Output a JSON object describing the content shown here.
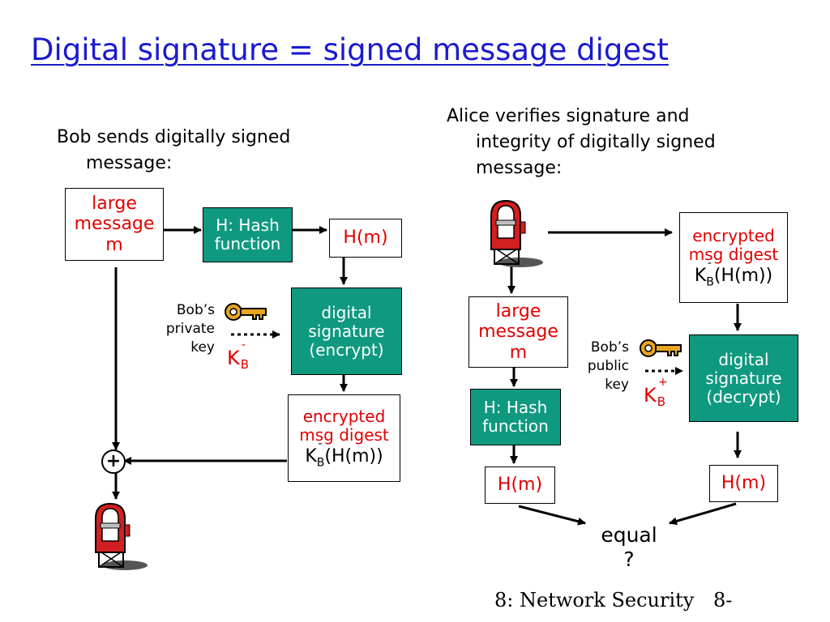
{
  "title": "Digital signature = signed message digest",
  "left": {
    "intro_line1": "Bob sends digitally signed",
    "intro_line2": "message:",
    "large_message": [
      "large",
      "message",
      "m"
    ],
    "hash_box": [
      "H: Hash",
      "function"
    ],
    "hm": "H(m)",
    "digital_signature": [
      "digital",
      "signature",
      "(encrypt)"
    ],
    "key_label": [
      "Bob’s",
      "private",
      "key"
    ],
    "key_symbol": {
      "base": "K",
      "sub": "B",
      "sup": "-"
    },
    "encrypted_digest": [
      "encrypted",
      "msg digest"
    ],
    "encrypted_expr": {
      "base": "K",
      "sub": "B",
      "sup": "-",
      "rest": "(H(m))"
    },
    "plus": "+"
  },
  "right": {
    "intro_line1": "Alice verifies signature and",
    "intro_line2": "integrity of digitally signed",
    "intro_line3": "message:",
    "encrypted_digest": [
      "encrypted",
      "msg digest"
    ],
    "encrypted_expr": {
      "base": "K",
      "sub": "B",
      "sup": "-",
      "rest": "(H(m))"
    },
    "large_message": [
      "large",
      "message",
      "m"
    ],
    "key_label": [
      "Bob’s",
      "public",
      "key"
    ],
    "key_symbol": {
      "base": "K",
      "sub": "B",
      "sup": "+"
    },
    "digital_signature": [
      "digital",
      "signature",
      "(decrypt)"
    ],
    "hash_box": [
      "H: Hash",
      "function"
    ],
    "hm_left": "H(m)",
    "hm_right": "H(m)",
    "equal": [
      "equal",
      "?"
    ]
  },
  "footer": {
    "chapter": "8: Network Security",
    "page": "8-"
  },
  "colors": {
    "title": "#1a1ad0",
    "teal": "#0f9980",
    "red_text": "#e00000",
    "mailbox": "#d21f1f",
    "key": "#e8a521"
  }
}
